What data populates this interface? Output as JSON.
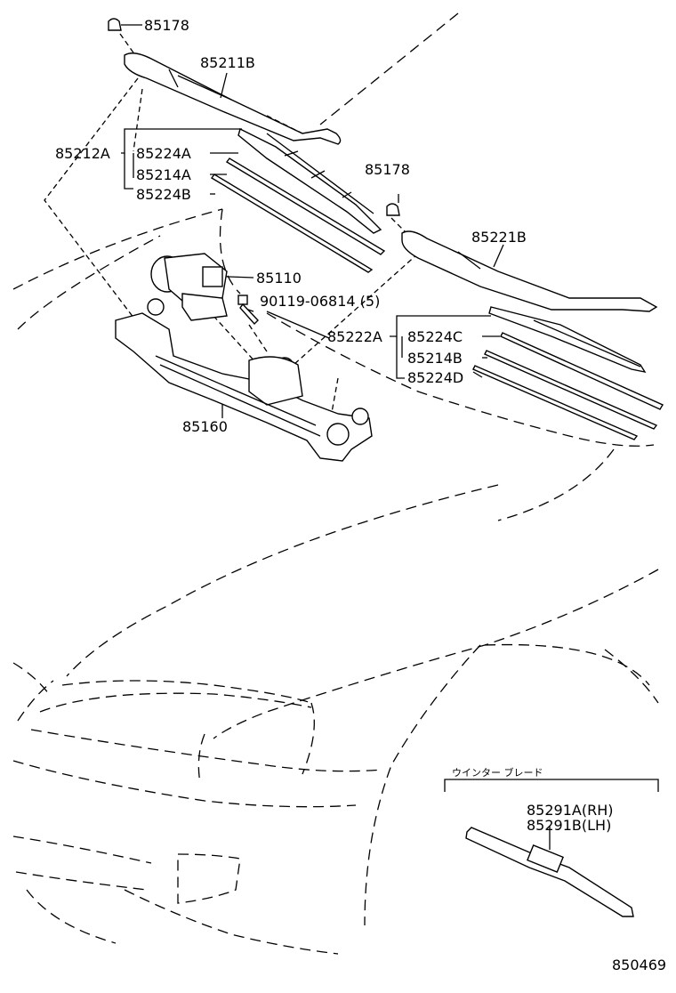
{
  "parts": {
    "p85178_top": "85178",
    "p85211B": "85211B",
    "p85212A": "85212A",
    "p85224A": "85224A",
    "p85214A": "85214A",
    "p85224B": "85224B",
    "p85178_right": "85178",
    "p85221B": "85221B",
    "p85110": "85110",
    "p90119": "90119-06814 (5)",
    "p85222A": "85222A",
    "p85224C": "85224C",
    "p85214B": "85214B",
    "p85224D": "85224D",
    "p85160": "85160"
  },
  "winter_blade": {
    "heading": "ウインター ブレード",
    "rh": "85291A(RH)",
    "lh": "85291B(LH)"
  },
  "diagram_id": "850469"
}
